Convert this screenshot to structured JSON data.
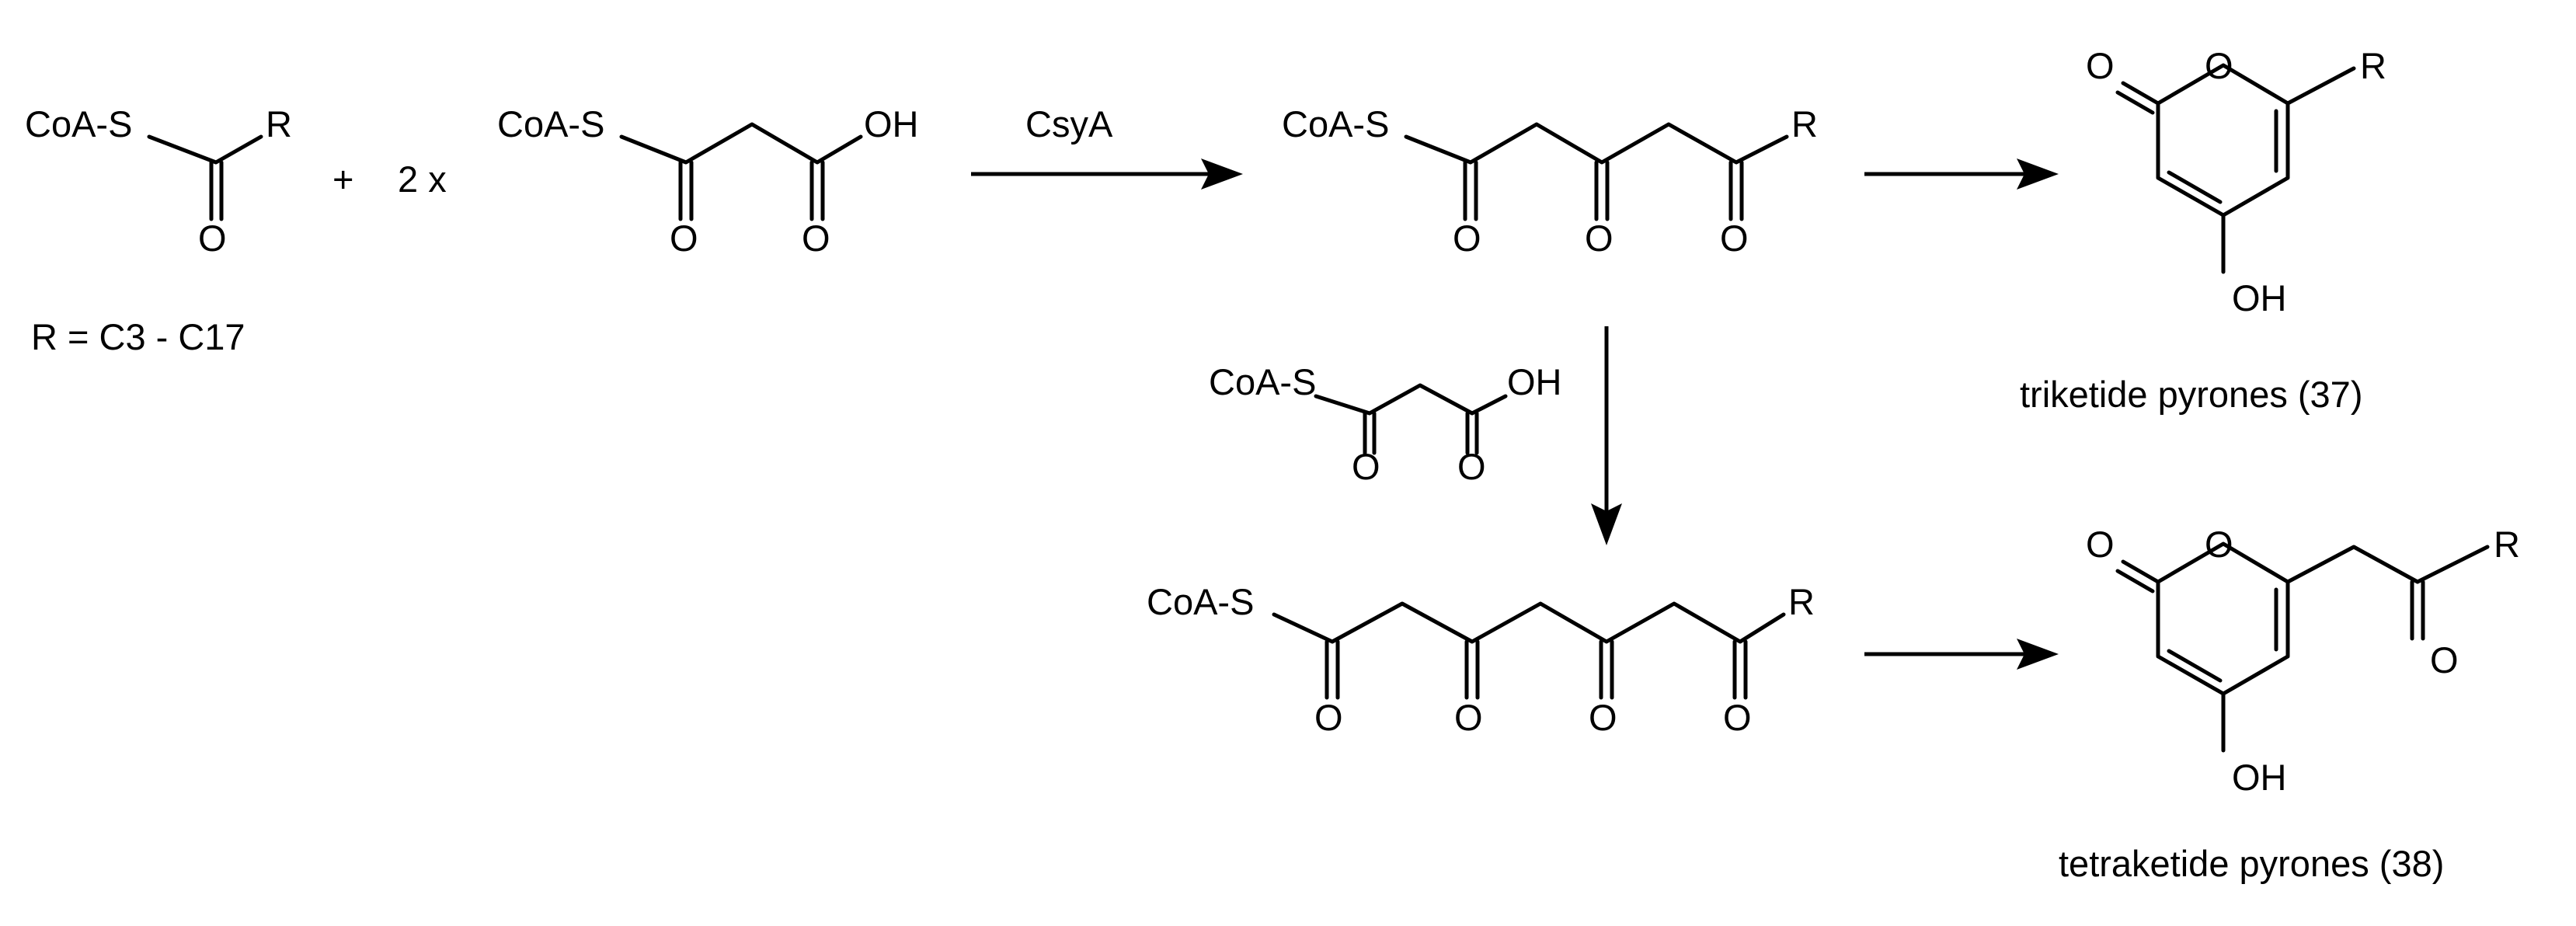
{
  "scheme": {
    "coa_s": "CoA-S",
    "r": "R",
    "o": "O",
    "oh": "OH",
    "plus": "+",
    "multiplier": "2 x",
    "r_definition": "R = C3 - C17",
    "enzyme": "CsyA",
    "triketide_caption": "triketide pyrones (37)",
    "tetraketide_caption": "tetraketide pyrones (38)"
  }
}
